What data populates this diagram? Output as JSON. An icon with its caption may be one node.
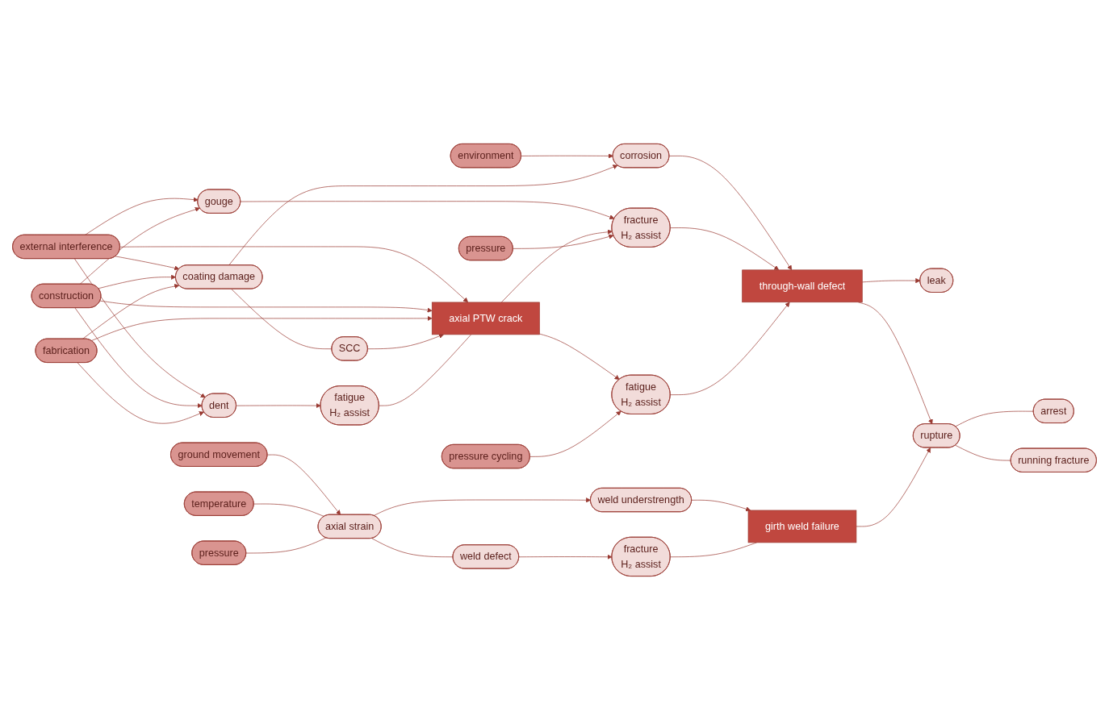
{
  "diagram": {
    "nodes": [
      {
        "text": [
          "external interference"
        ]
      },
      {
        "text": [
          "construction"
        ]
      },
      {
        "text": [
          "fabrication"
        ]
      },
      {
        "text": [
          "environment"
        ]
      },
      {
        "text": [
          "corrosion"
        ]
      },
      {
        "text": [
          "through-wall defect"
        ]
      },
      {
        "text": [
          "pressure"
        ]
      },
      {
        "text": [
          "gouge"
        ]
      },
      {
        "text": [
          "leak"
        ]
      },
      {
        "text": [
          "coating damage"
        ]
      },
      {
        "text": [
          "SCC"
        ]
      },
      {
        "text": [
          "axial PTW crack"
        ]
      },
      {
        "text": [
          "fracture",
          "H₂ assist"
        ]
      },
      {
        "text": [
          "dent"
        ]
      },
      {
        "text": [
          "fatigue",
          "H₂ assist"
        ]
      },
      {
        "text": [
          "arrest"
        ]
      },
      {
        "text": [
          "fatigue",
          "H₂ assist"
        ]
      },
      {
        "text": [
          "rupture"
        ]
      },
      {
        "text": [
          "ground movement"
        ]
      },
      {
        "text": [
          "pressure cycling"
        ]
      },
      {
        "text": [
          "running fracture"
        ]
      },
      {
        "text": [
          "temperature"
        ]
      },
      {
        "text": [
          "pressure"
        ]
      },
      {
        "text": [
          "axial strain"
        ]
      },
      {
        "text": [
          "weld understrength"
        ]
      },
      {
        "text": [
          "girth weld failure"
        ]
      },
      {
        "text": [
          "weld defect"
        ]
      },
      {
        "text": [
          "fracture",
          "H₂ assist"
        ]
      }
    ],
    "edges": [
      {
        "from": 0,
        "to": 7,
        "arrow": "to"
      },
      {
        "from": 0,
        "to": 9,
        "arrow": "to"
      },
      {
        "from": 0,
        "to": 13,
        "arrow": "to"
      },
      {
        "from": 0,
        "to": 11,
        "arrow": "to"
      },
      {
        "from": 1,
        "to": 7,
        "arrow": "to"
      },
      {
        "from": 1,
        "to": 9,
        "arrow": "to"
      },
      {
        "from": 1,
        "to": 13,
        "arrow": "to"
      },
      {
        "from": 1,
        "to": 11,
        "arrow": "to"
      },
      {
        "from": 2,
        "to": 9,
        "arrow": "to"
      },
      {
        "from": 2,
        "to": 13,
        "arrow": "to"
      },
      {
        "from": 2,
        "to": 11,
        "arrow": "to"
      },
      {
        "from": 3,
        "to": 4,
        "arrow": "to"
      },
      {
        "from": 9,
        "to": 4,
        "arrow": "to"
      },
      {
        "from": 9,
        "to": 10,
        "arrow": "none"
      },
      {
        "from": 10,
        "to": 11,
        "arrow": "to"
      },
      {
        "from": 7,
        "to": 12,
        "arrow": "to"
      },
      {
        "from": 11,
        "to": 12,
        "arrow": "to"
      },
      {
        "from": 6,
        "to": 12,
        "arrow": "to"
      },
      {
        "from": 13,
        "to": 14,
        "arrow": "to"
      },
      {
        "from": 14,
        "to": 11,
        "arrow": "none"
      },
      {
        "from": 11,
        "to": 16,
        "arrow": "to"
      },
      {
        "from": 19,
        "to": 16,
        "arrow": "to"
      },
      {
        "from": 4,
        "to": 5,
        "arrow": "to"
      },
      {
        "from": 12,
        "to": 5,
        "arrow": "to"
      },
      {
        "from": 16,
        "to": 5,
        "arrow": "to"
      },
      {
        "from": 5,
        "to": 8,
        "arrow": "to"
      },
      {
        "from": 5,
        "to": 17,
        "arrow": "to"
      },
      {
        "from": 25,
        "to": 17,
        "arrow": "to"
      },
      {
        "from": 17,
        "to": 15,
        "arrow": "none"
      },
      {
        "from": 17,
        "to": 20,
        "arrow": "none"
      },
      {
        "from": 18,
        "to": 23,
        "arrow": "to"
      },
      {
        "from": 21,
        "to": 23,
        "arrow": "none"
      },
      {
        "from": 22,
        "to": 23,
        "arrow": "none"
      },
      {
        "from": 23,
        "to": 24,
        "arrow": "to"
      },
      {
        "from": 23,
        "to": 26,
        "arrow": "none"
      },
      {
        "from": 24,
        "to": 25,
        "arrow": "to"
      },
      {
        "from": 26,
        "to": 27,
        "arrow": "to"
      },
      {
        "from": 27,
        "to": 25,
        "arrow": "none"
      }
    ]
  }
}
